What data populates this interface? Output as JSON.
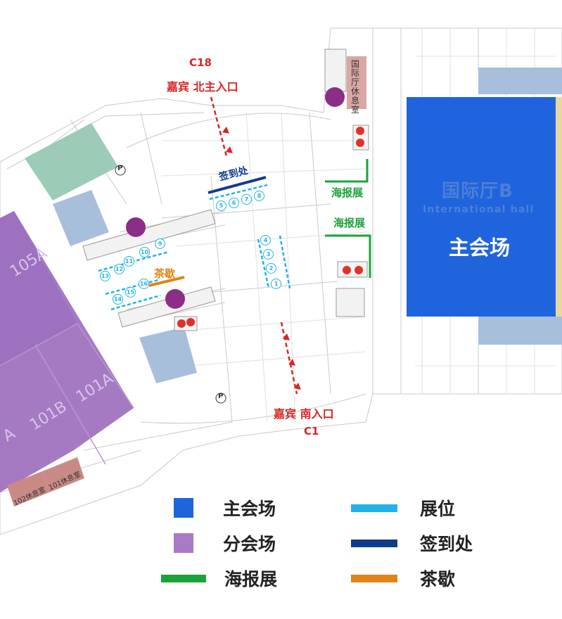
{
  "halls": {
    "main_name": "国际厅B",
    "main_subtitle": "International hall",
    "main_role": "主会场",
    "hall_105a": "105A",
    "hall_101a": "101A",
    "hall_101b": "101B",
    "hall_a_partial": "A",
    "lounge_intl": "国际厅休息室",
    "lounge_102": "102休息室",
    "lounge_101": "101休息室"
  },
  "entrances": {
    "north": {
      "code": "C18",
      "label": "嘉宾 北主入口"
    },
    "south": {
      "label": "嘉宾 南入口",
      "code": "C1"
    }
  },
  "markers": {
    "signin": "签到处",
    "poster1": "海报展",
    "poster2": "海报展",
    "tea": "茶歇",
    "parking": "P"
  },
  "booths": [
    "1",
    "2",
    "3",
    "4",
    "5",
    "6",
    "7",
    "8",
    "9",
    "10",
    "11",
    "12",
    "13",
    "14",
    "15",
    "16"
  ],
  "legend": [
    {
      "label": "主会场",
      "color": "#1f64dc",
      "type": "box"
    },
    {
      "label": "展位",
      "color": "#21b3e8",
      "type": "bar"
    },
    {
      "label": "分会场",
      "color": "#a97bc6",
      "type": "box"
    },
    {
      "label": "签到处",
      "color": "#103b8f",
      "type": "bar"
    },
    {
      "label": "海报展",
      "color": "#1aa33a",
      "type": "bar"
    },
    {
      "label": "茶歇",
      "color": "#e08519",
      "type": "bar"
    }
  ],
  "colors": {
    "main_hall": "#1f64dc",
    "sub_hall": "#9b6bbd",
    "booth": "#21b3e8",
    "signin": "#103b8f",
    "poster": "#1aa33a",
    "tea": "#e08519",
    "route": "#d92525",
    "lounge": "#c98a86",
    "purple_dot": "#8b2e86",
    "teal_block": "#9ccbb8",
    "blue_gray": "#a8bfdc"
  }
}
